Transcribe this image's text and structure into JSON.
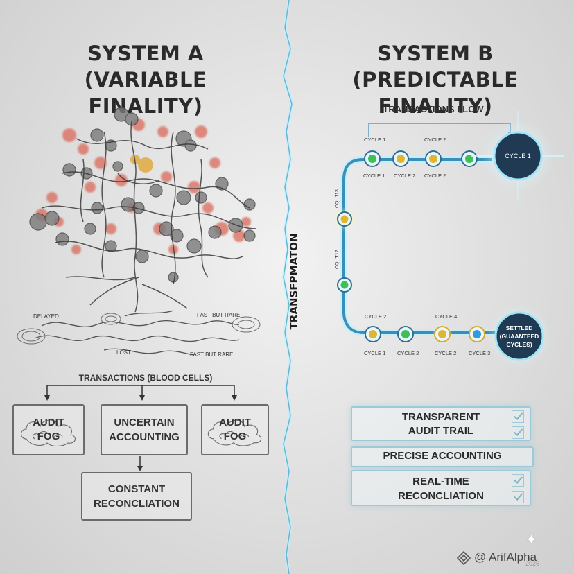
{
  "system_a": {
    "title_line1": "SYSTEM A",
    "title_line2": "(VARIABLE FINALITY)",
    "path_labels": {
      "delayed": "DELAYED",
      "fast_rare_top": "FAST BUT RARE",
      "lost": "LOST",
      "fast_rare_bottom": "FAST BUT RARE"
    },
    "transactions_label": "TRANSACTIONS (BLOOD CELLS)",
    "boxes": {
      "audit_fog_left": {
        "line1": "AUDIT",
        "line2": "FOG"
      },
      "uncertain": {
        "line1": "UNCERTAIN",
        "line2": "ACCOUNTING"
      },
      "audit_fog_right": {
        "line1": "AUDIT",
        "line2": "FOG"
      },
      "constant": {
        "line1": "CONSTANT",
        "line2": "RECONCLIATION"
      }
    }
  },
  "divider": {
    "label": "TRANSFPMATON"
  },
  "system_b": {
    "title_line1": "SYSTEM B",
    "title_line2": "(PREDICTABLE FINALITY)",
    "flow_label": "TRANSACTIONS FLOW",
    "top_labels": {
      "above1": "CYCLE 1",
      "above2": "CYCLE 2",
      "below1": "CYCLE 1",
      "below2": "CYCLE 2",
      "below3": "CYCLE 2"
    },
    "big_node_top": "CYCLE 1",
    "side_labels": {
      "upper": "CQU113",
      "lower": "CQUT12"
    },
    "bottom_labels": {
      "above1": "CYCLE 2",
      "above2": "CYCLE 4",
      "below1": "CYCLE 1",
      "below2": "CYCLE 2",
      "below3": "CYCLE 2",
      "below4": "CYCLE 3"
    },
    "settled": {
      "line1": "SETTLED",
      "line2": "(GUAANTEED",
      "line3": "CYCLES)"
    },
    "benefits": {
      "b1_line1": "TRANSPARENT",
      "b1_line2": "AUDIT TRAIL",
      "b2": "PRECISE ACCOUNTING",
      "b3_line1": "REAL-TIME",
      "b3_line2": "RECONCLIATION"
    },
    "colors": {
      "track": "#3a8fb8",
      "glow": "#7fdcff",
      "node_green": "#3fbf58",
      "node_yellow": "#e0b531",
      "node_blue": "#2f9be0",
      "big_node": "#1f3a52"
    }
  },
  "watermark": {
    "text": "@ ArifAlpha",
    "subtext": "2026"
  }
}
